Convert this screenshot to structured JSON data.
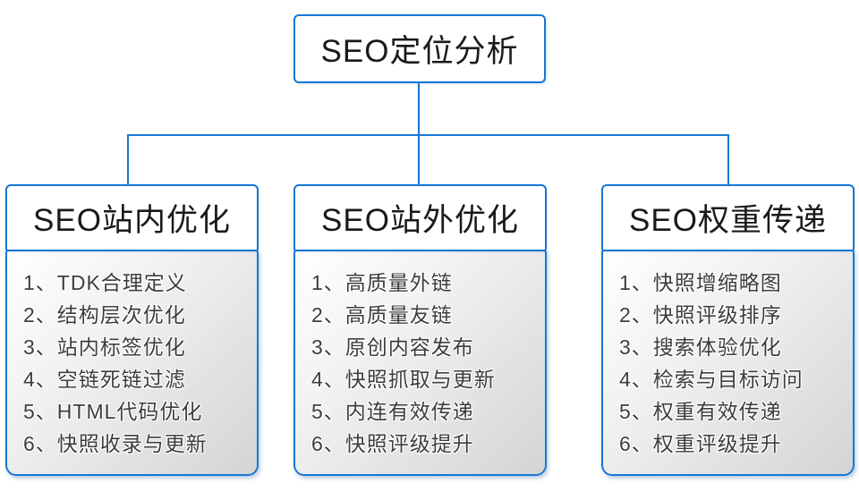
{
  "diagram": {
    "root": {
      "title": "SEO定位分析"
    },
    "branches": [
      {
        "title": "SEO站内优化",
        "items": [
          "1、TDK合理定义",
          "2、结构层次优化",
          "3、站内标签优化",
          "4、空链死链过滤",
          "5、HTML代码优化",
          "6、快照收录与更新"
        ]
      },
      {
        "title": "SEO站外优化",
        "items": [
          "1、高质量外链",
          "2、高质量友链",
          "3、原创内容发布",
          "4、快照抓取与更新",
          "5、内连有效传递",
          "6、快照评级提升"
        ]
      },
      {
        "title": "SEO权重传递",
        "items": [
          "1、快照增缩略图",
          "2、快照评级排序",
          "3、搜索体验优化",
          "4、检索与目标访问",
          "5、权重有效传递",
          "6、权重评级提升"
        ]
      }
    ],
    "colors": {
      "accent_blue": "#1777d4",
      "header_text": "#1a1a1a",
      "body_text": "#3d3d3d",
      "body_gradient_start": "#ffffff",
      "body_gradient_end": "#d4d4d4"
    }
  }
}
